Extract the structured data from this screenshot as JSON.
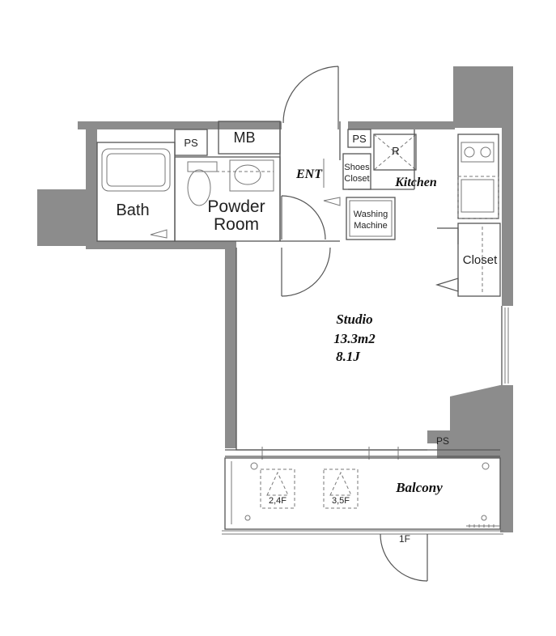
{
  "floorplan": {
    "rooms": {
      "bath": "Bath",
      "powder_room_line1": "Powder",
      "powder_room_line2": "Room",
      "entrance": "ENT",
      "kitchen": "Kitchen",
      "closet": "Closet",
      "studio": "Studio",
      "studio_area": "13.3m2",
      "studio_jo": "8.1J",
      "balcony": "Balcony"
    },
    "fixtures": {
      "mb": "MB",
      "ps_top_left": "PS",
      "ps_top_right": "PS",
      "ps_balcony": "PS",
      "shoes_closet_line1": "Shoes",
      "shoes_closet_line2": "Closet",
      "washing_machine_line1": "Washing",
      "washing_machine_line2": "Machine",
      "refrigerator": "R",
      "hatch_left": "2,4F",
      "hatch_right": "3,5F",
      "floor_label": "1F"
    }
  }
}
